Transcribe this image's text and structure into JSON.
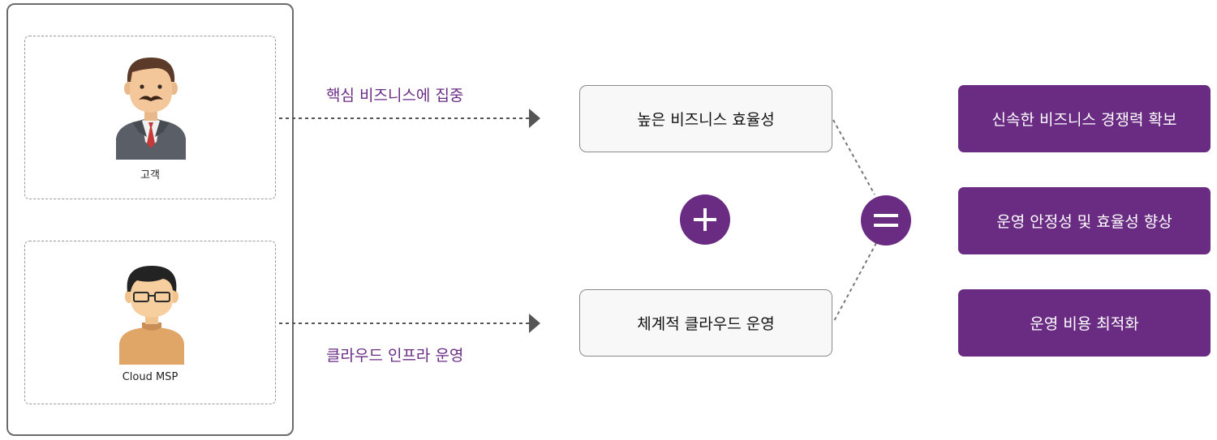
{
  "customer": {
    "label": "고객",
    "icon": "businessman-avatar-icon"
  },
  "msp": {
    "label": "Cloud MSP",
    "icon": "engineer-avatar-icon"
  },
  "arrows": {
    "top_label": "핵심 비즈니스에 집중",
    "bottom_label": "클라우드 인프라 운영"
  },
  "concepts": {
    "top": "높은 비즈니스 효율성",
    "bottom": "체계적 클라우드 운영"
  },
  "operators": {
    "plus": "plus-icon",
    "equals": "equals-icon"
  },
  "results": [
    "신속한 비즈니스 경쟁력 확보",
    "운영 안정성 및 효율성 향상",
    "운영 비용 최적화"
  ],
  "colors": {
    "accent": "#6a2c82",
    "label_text": "#6b2c86"
  }
}
